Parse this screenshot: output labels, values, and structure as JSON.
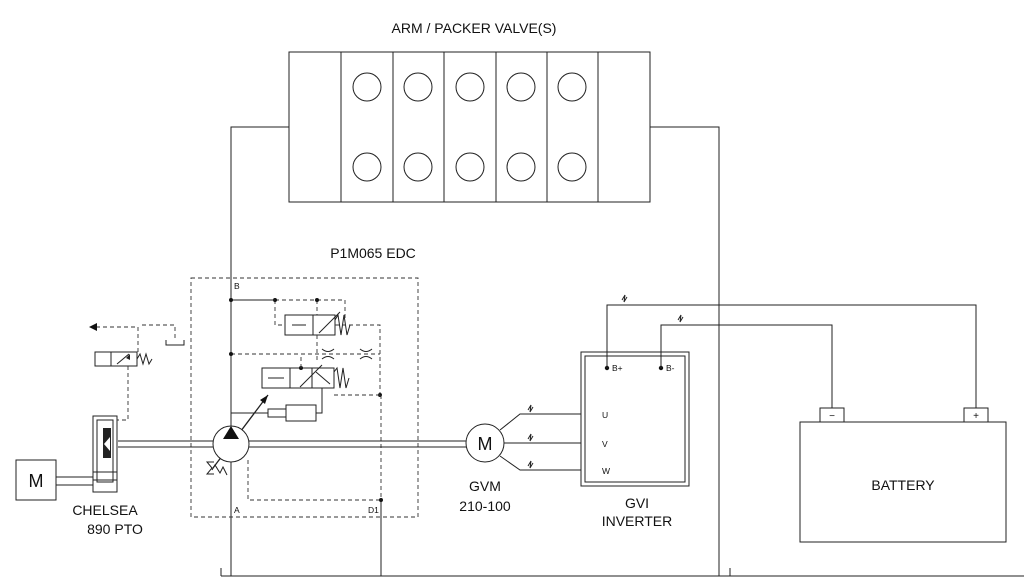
{
  "diagram": {
    "valve_title": "ARM / PACKER VALVE(S)",
    "pump_title": "P1M065 EDC",
    "pto_label_1": "CHELSEA",
    "pto_label_2": "890 PTO",
    "engine_symbol": "M",
    "motor_symbol": "M",
    "motor_label_1": "GVM",
    "motor_label_2": "210-100",
    "inverter_label_1": "GVI",
    "inverter_label_2": "INVERTER",
    "inverter_terminals": {
      "b_plus": "B+",
      "b_minus": "B-",
      "u": "U",
      "v": "V",
      "w": "W"
    },
    "battery_label": "BATTERY",
    "battery_neg": "−",
    "battery_pos": "+",
    "port_b": "B",
    "port_a": "A",
    "port_d1": "D1"
  }
}
